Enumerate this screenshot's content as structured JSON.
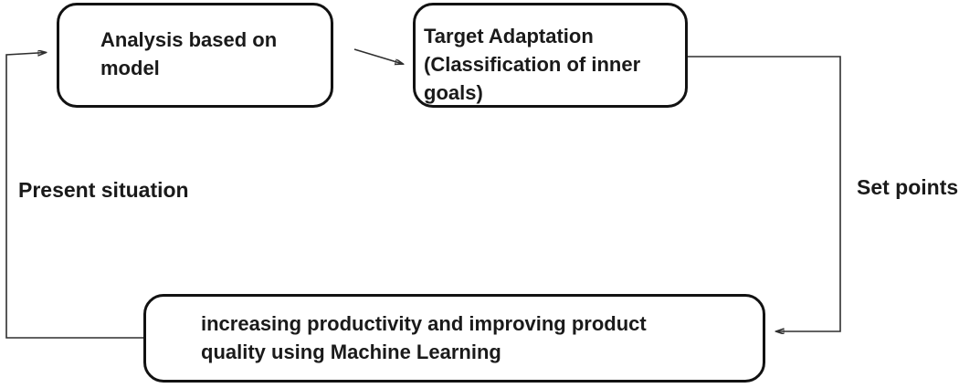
{
  "diagram": {
    "title": "machine-learning control loop",
    "nodes": [
      {
        "id": "analysis-based-on-model",
        "lines": [
          "Analysis based on",
          "model"
        ]
      },
      {
        "id": "target-adaptation",
        "lines": [
          "Target Adaptation",
          "(Classification of inner",
          "goals)"
        ]
      },
      {
        "id": "machine-learning-goal",
        "lines": [
          "increasing productivity and improving product",
          "quality using Machine Learning"
        ]
      }
    ],
    "edge_labels": [
      {
        "id": "present-situation",
        "text": "Present situation"
      },
      {
        "id": "set-points",
        "text": "Set points"
      }
    ],
    "edges": [
      {
        "from": "analysis-based-on-model",
        "to": "target-adaptation",
        "label": ""
      },
      {
        "from": "target-adaptation",
        "to": "machine-learning-goal",
        "label": "Set points"
      },
      {
        "from": "machine-learning-goal",
        "to": "analysis-based-on-model",
        "label": "Present situation"
      }
    ],
    "colors": {
      "background": "#ffffff",
      "node_border": "#121212",
      "text": "#1a1a1a",
      "connector": "#2f2f2f"
    }
  }
}
